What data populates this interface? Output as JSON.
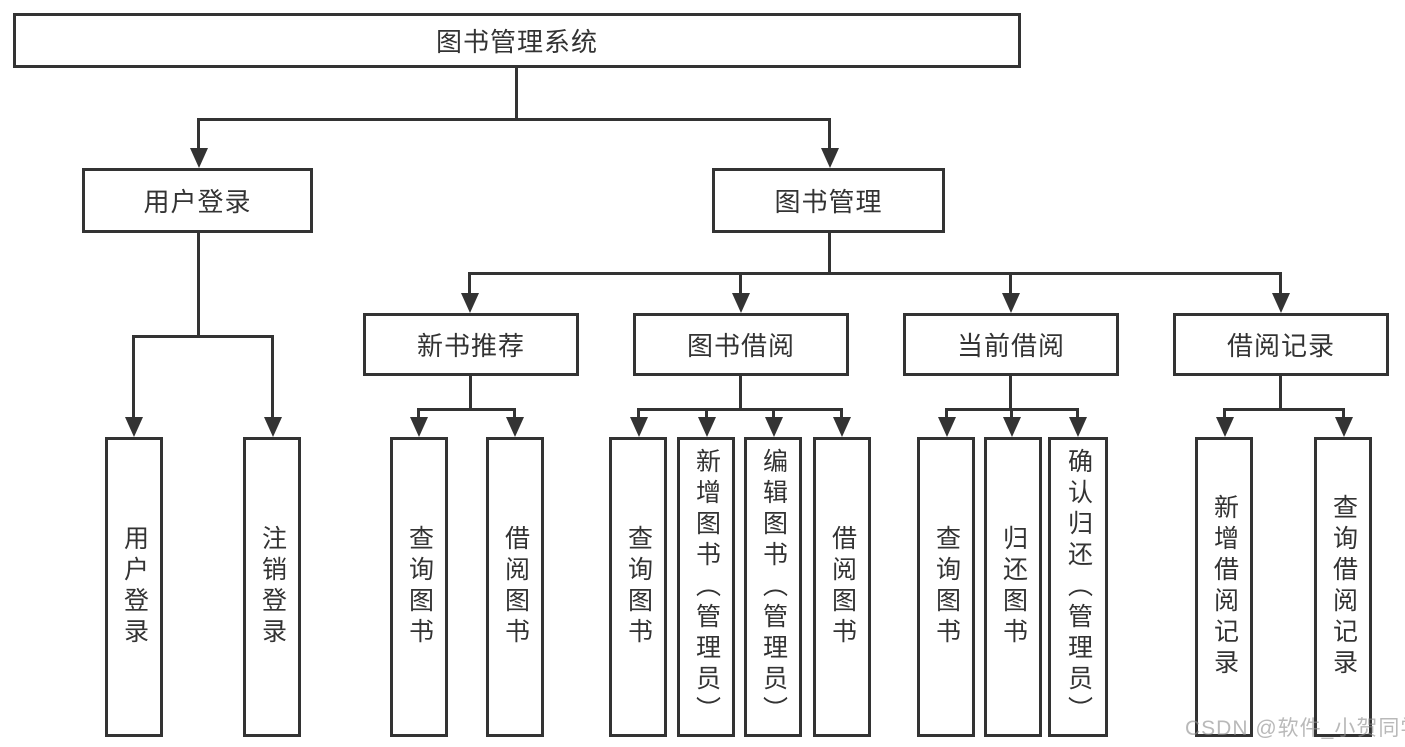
{
  "nodes": {
    "root": "图书管理系统",
    "user_login": {
      "label": "用户登录",
      "children": [
        "用户登录",
        "注销登录"
      ]
    },
    "book_mgmt": {
      "label": "图书管理",
      "groups": [
        {
          "label": "新书推荐",
          "children": [
            "查询图书",
            "借阅图书"
          ]
        },
        {
          "label": "图书借阅",
          "children": [
            "查询图书",
            "新增图书（管理员）",
            "编辑图书（管理员）",
            "借阅图书"
          ]
        },
        {
          "label": "当前借阅",
          "children": [
            "查询图书",
            "归还图书",
            "确认归还（管理员）"
          ]
        },
        {
          "label": "借阅记录",
          "children": [
            "新增借阅记录",
            "查询借阅记录"
          ]
        }
      ]
    }
  },
  "watermark": "CSDN @软件_小贺同学",
  "colors": {
    "line": "#333333",
    "text": "#333333",
    "background": "#ffffff",
    "watermark": "#8f8f8f"
  }
}
